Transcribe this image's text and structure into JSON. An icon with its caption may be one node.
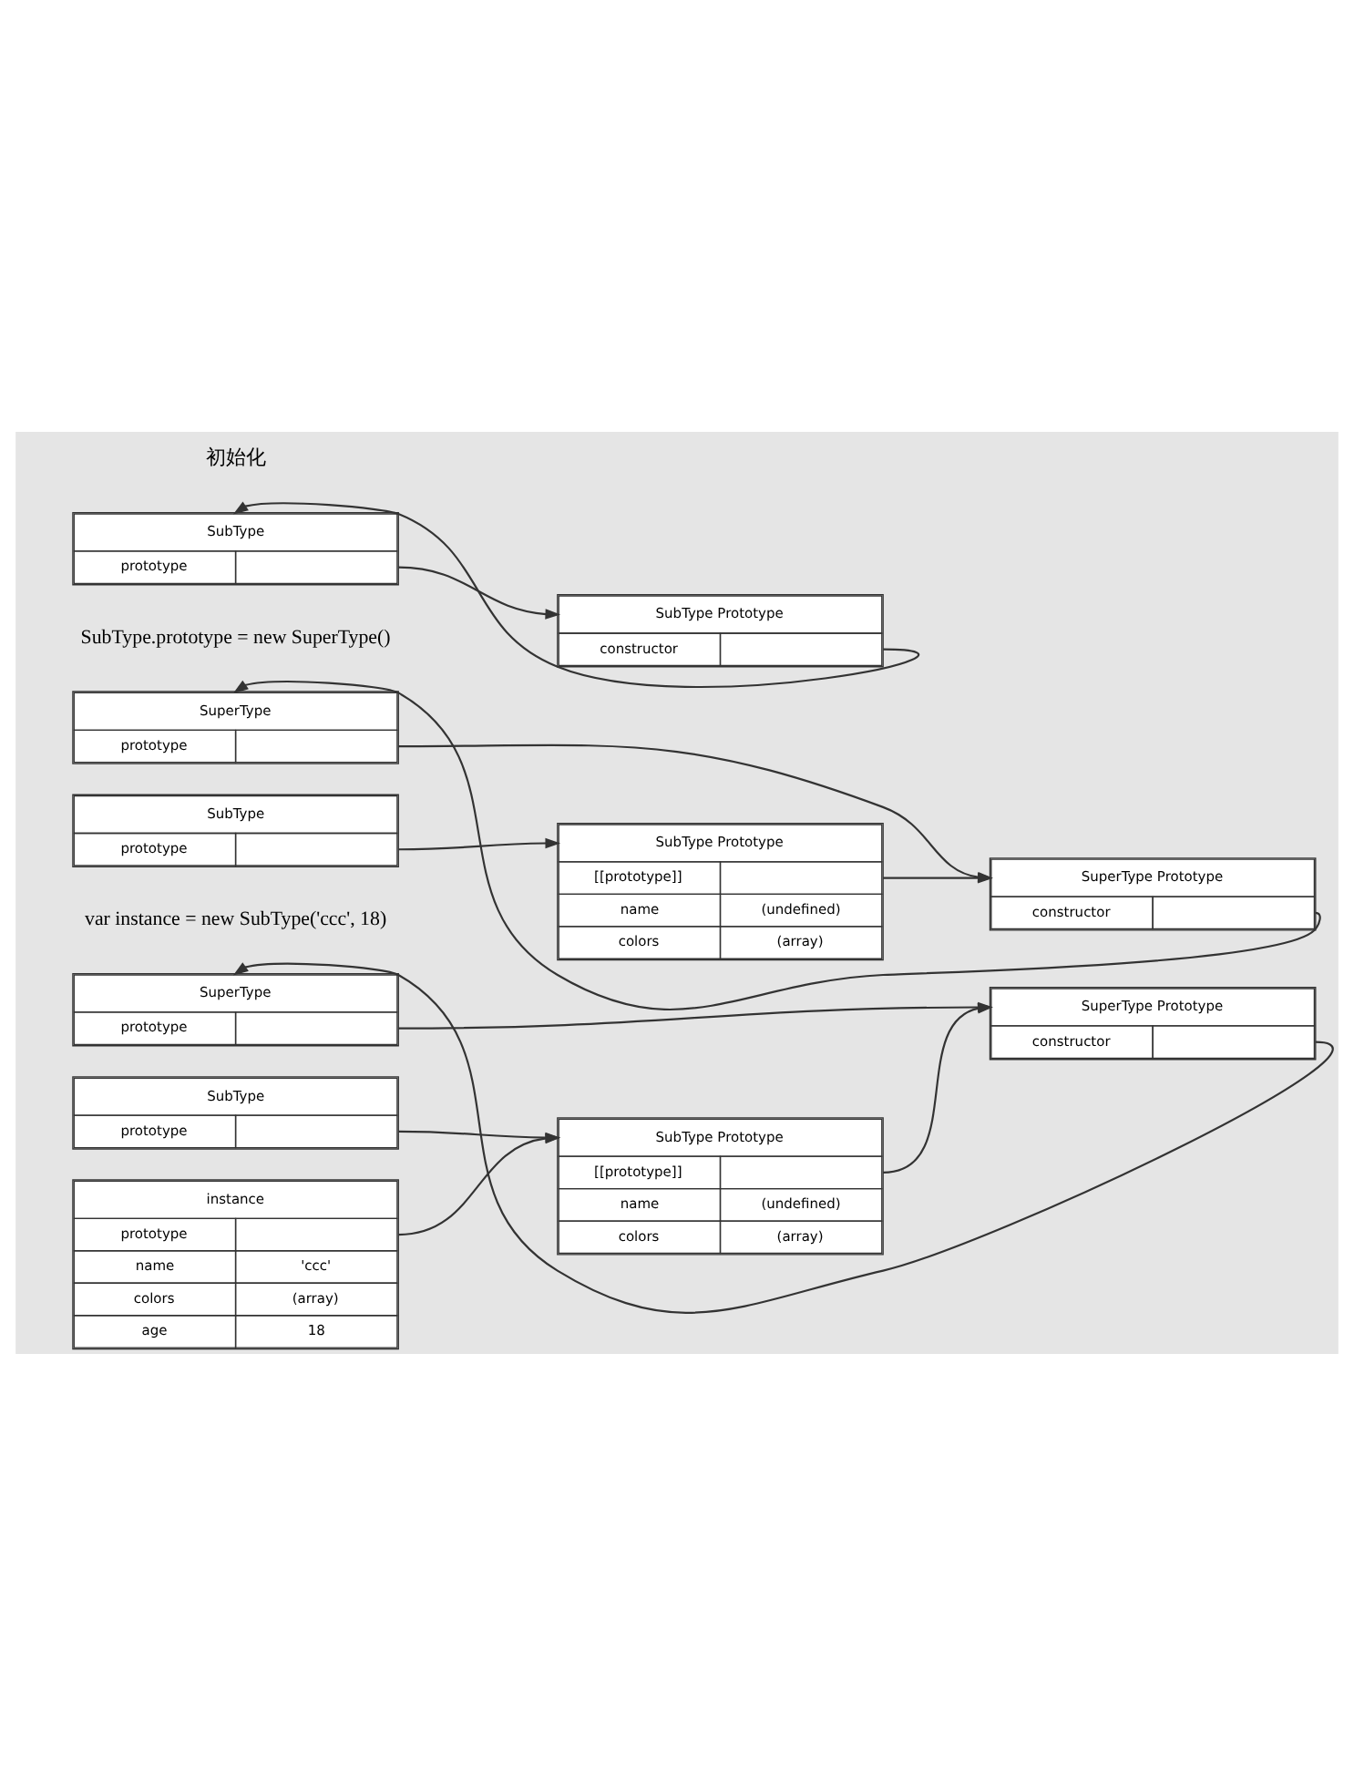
{
  "diagram": {
    "nodes": [
      {
        "text": [
          "SubType",
          "prototype"
        ]
      },
      {
        "text": [
          "SubType Prototype",
          "constructor"
        ]
      },
      {
        "text": [
          "SuperType",
          "prototype"
        ]
      },
      {
        "text": [
          "SuperType Prototype",
          "constructor"
        ]
      },
      {
        "text": [
          "SubType",
          "prototype"
        ]
      },
      {
        "text": [
          "SubType Prototype",
          "[[prototype]]",
          "name",
          "(undefined)",
          "colors",
          "(array)"
        ]
      },
      {
        "text": [
          "SuperType",
          "prototype"
        ]
      },
      {
        "text": [
          "SuperType Prototype",
          "constructor"
        ]
      },
      {
        "text": [
          "SubType",
          "prototype"
        ]
      },
      {
        "text": [
          "SubType Prototype",
          "[[prototype]]",
          "name",
          "(undefined)",
          "colors",
          "(array)"
        ]
      },
      {
        "text": [
          "instance",
          "prototype",
          "name",
          "'ccc'",
          "colors",
          "(array)",
          "age",
          "18"
        ]
      }
    ],
    "edges": [
      {
        "from": 0,
        "to": 1,
        "arrow": "to"
      },
      {
        "from": 1,
        "to": 0,
        "arrow": "to"
      },
      {
        "from": 2,
        "to": 3,
        "arrow": "to"
      },
      {
        "from": 3,
        "to": 2,
        "arrow": "to"
      },
      {
        "from": 4,
        "to": 5,
        "arrow": "to"
      },
      {
        "from": 5,
        "to": 3,
        "arrow": "to"
      },
      {
        "from": 6,
        "to": 7,
        "arrow": "to"
      },
      {
        "from": 7,
        "to": 6,
        "arrow": "to"
      },
      {
        "from": 8,
        "to": 9,
        "arrow": "to"
      },
      {
        "from": 9,
        "to": 7,
        "arrow": "to"
      },
      {
        "from": 10,
        "to": 9,
        "arrow": "to"
      }
    ],
    "labels": [
      "初始化",
      "SubType.prototype = new SuperType()",
      "var instance = new SubType('ccc', 18)"
    ]
  }
}
